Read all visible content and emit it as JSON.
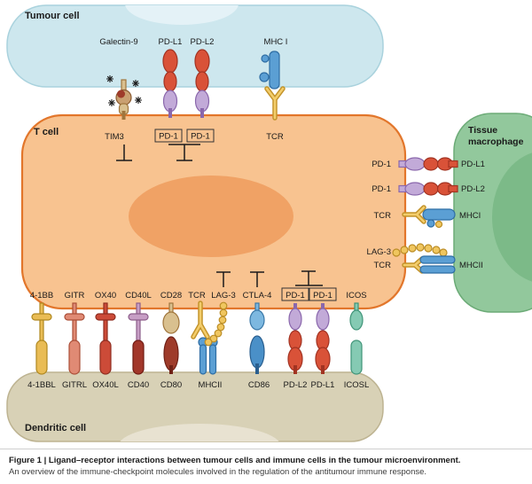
{
  "cells": {
    "tumour": "Tumour cell",
    "t_cell": "T cell",
    "macrophage_1": "Tissue",
    "macrophage_2": "macrophage",
    "dendritic": "Dendritic cell"
  },
  "top": {
    "galectin9": "Galectin-9",
    "pdl1": "PD-L1",
    "pdl2": "PD-L2",
    "mhc1": "MHC I",
    "tim3": "TIM3",
    "pd1_a": "PD-1",
    "pd1_b": "PD-1",
    "tcr": "TCR"
  },
  "right": {
    "pd1_1": "PD-1",
    "pdl1": "PD-L1",
    "pd1_2": "PD-1",
    "pdl2": "PD-L2",
    "tcr_1": "TCR",
    "mhc1": "MHCI",
    "lag3": "LAG-3",
    "tcr_2": "TCR",
    "mhc2": "MHCII"
  },
  "bottom": {
    "receptors": [
      "4-1BB",
      "GITR",
      "OX40",
      "CD40L",
      "CD28",
      "TCR",
      "LAG-3",
      "CTLA-4",
      "PD-1",
      "PD-1",
      "ICOS"
    ],
    "ligands": [
      "4-1BBL",
      "GITRL",
      "OX40L",
      "CD40",
      "CD80",
      "MHCII",
      "CD86",
      "PD-L2",
      "PD-L1",
      "ICOSL"
    ]
  },
  "caption": {
    "title": "Figure 1 | Ligand–receptor interactions between tumour cells and immune cells in the tumour microenvironment.",
    "body": "An overview of the immune-checkpoint molecules involved in the regulation of the antitumour immune response."
  },
  "colors": {
    "tumour_cell": "#cde7ee",
    "tumour_nucleus": "#e4f2f7",
    "t_cell": "#f8c390",
    "t_cell_border": "#e2762b",
    "t_cell_nucleus": "#f0a265",
    "macrophage": "#92c89c",
    "dendritic_cell": "#d8d1b6",
    "red_ligand": "#d95238",
    "purple_receptor": "#c2aad8",
    "yellow_tcr": "#f0c65f",
    "blue_mhc": "#5b9fd4",
    "teal_icos": "#85cab3"
  }
}
